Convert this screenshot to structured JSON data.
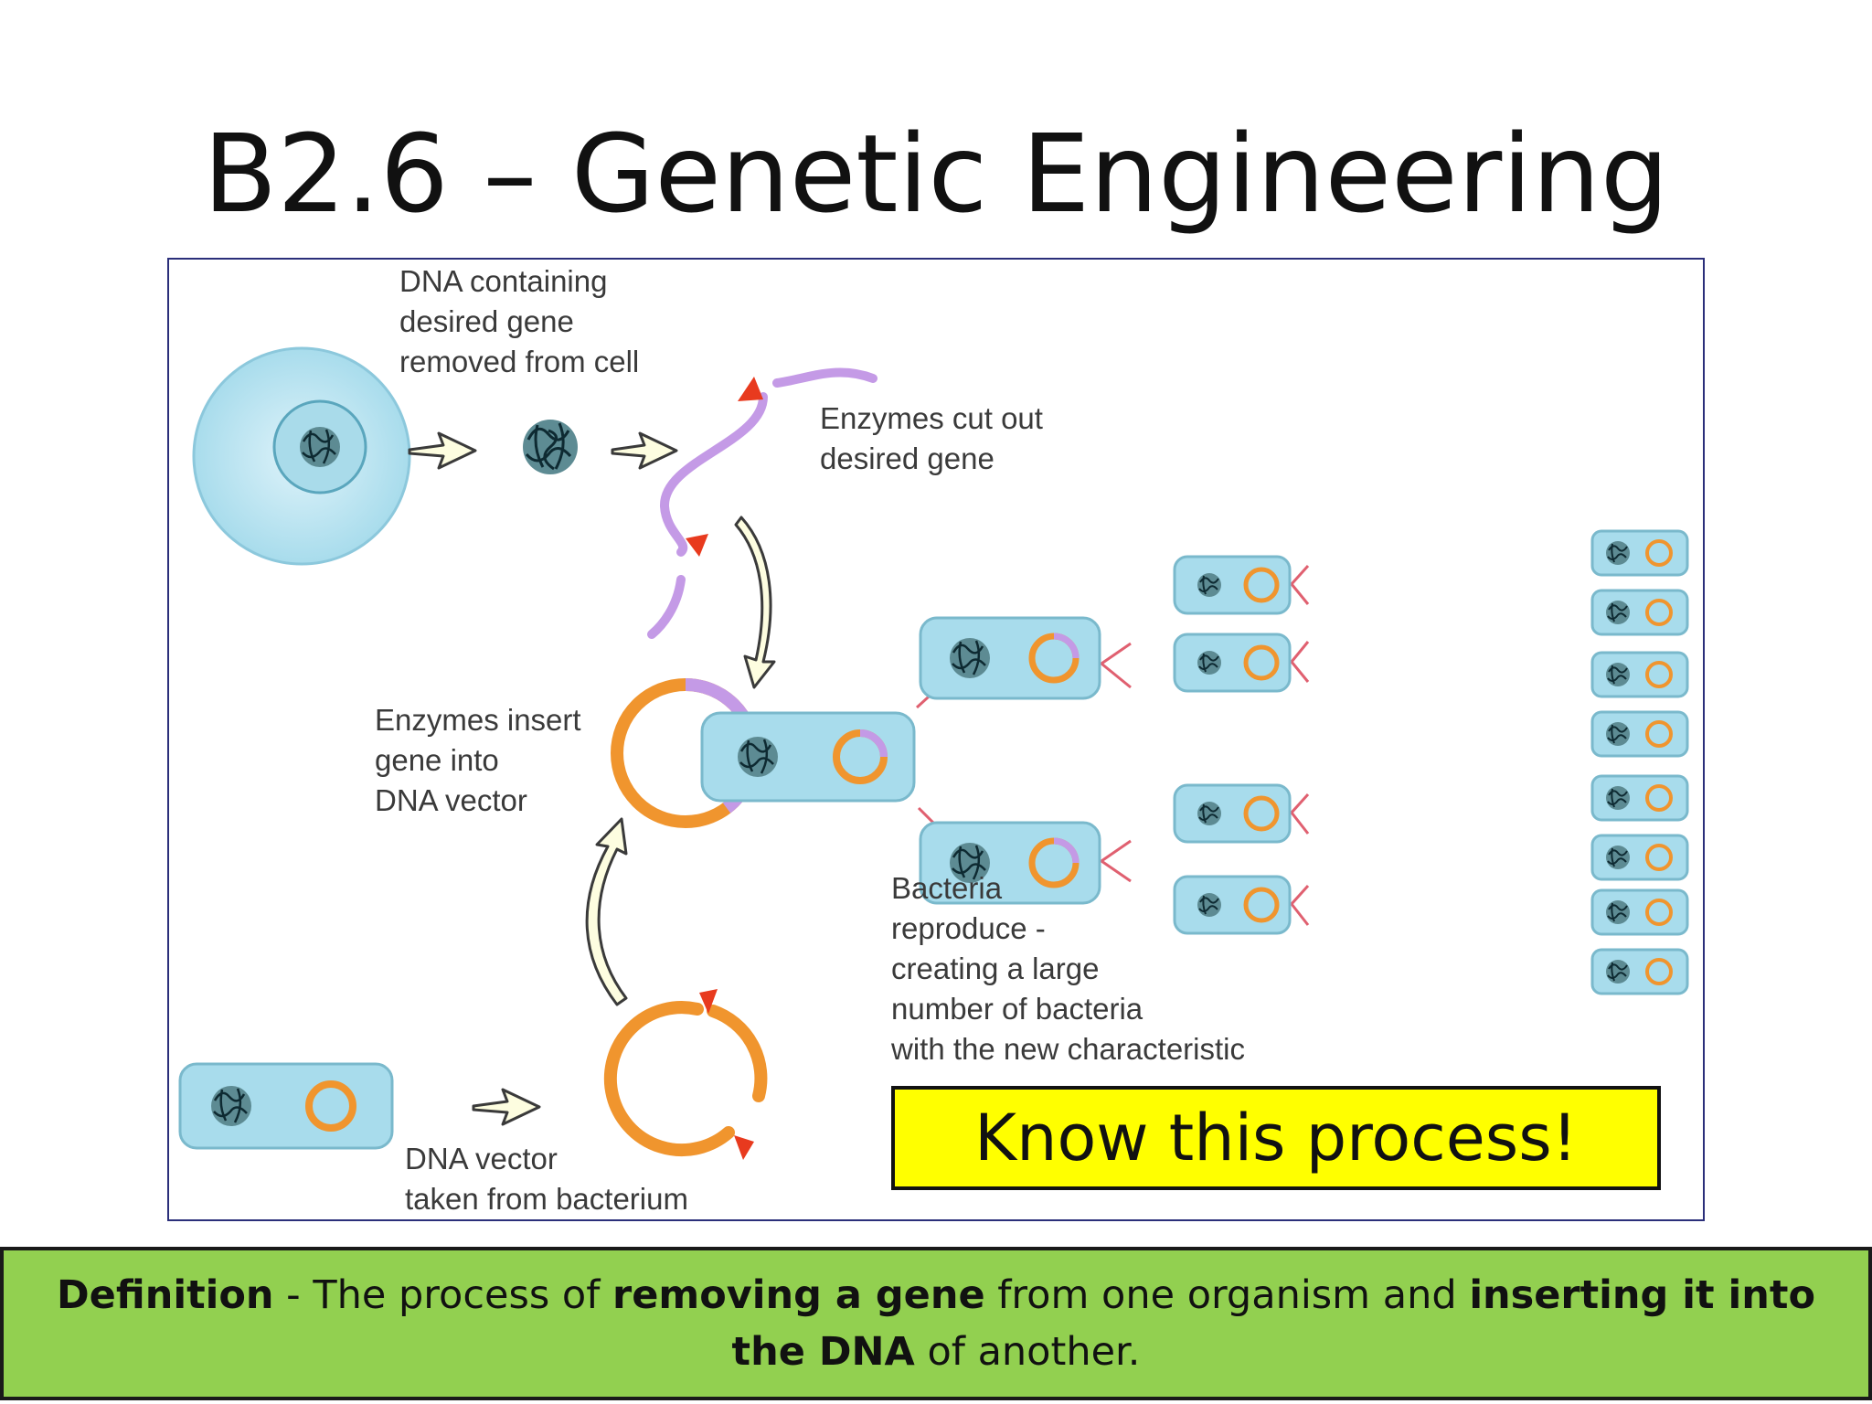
{
  "slide": {
    "title": "B2.6 – Genetic Engineering"
  },
  "diagram": {
    "labels": {
      "dna_removed": "DNA containing\ndesired gene\nremoved from cell",
      "enzymes_cut": "Enzymes cut out\ndesired gene",
      "enzymes_insert": "Enzymes insert\ngene into\nDNA vector",
      "bacteria_reproduce": "Bacteria\nreproduce -\ncreating a large\nnumber of bacteria\nwith the new characteristic",
      "dna_vector_taken": "DNA vector\ntaken from bacterium"
    },
    "colors": {
      "cell_fill": "#a8dcec",
      "plasmid_orange": "#f0952e",
      "gene_purple": "#c49ae6",
      "enzyme_red": "#e83a1e",
      "arrow_fill": "#fdfde0"
    }
  },
  "callout": {
    "text": "Know this process!",
    "color": "#ffff00"
  },
  "definition": {
    "term": "Definition",
    "sep": " - The process of ",
    "bold1": "removing a gene",
    "mid": " from one organism and ",
    "bold2": "inserting it into the DNA",
    "end": " of another.",
    "color": "#92d050"
  }
}
